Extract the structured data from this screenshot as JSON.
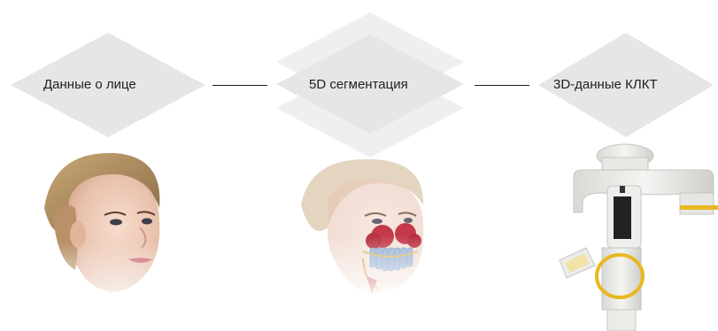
{
  "steps": [
    {
      "label": "Данные о лице"
    },
    {
      "label": "5D сегментация"
    },
    {
      "label": "3D-данные КЛКТ"
    }
  ],
  "colors": {
    "diamond": "#e6e6e6",
    "diamond_light": "#efefef",
    "text": "#1f1f1f",
    "teeth_red": "#c43a4a",
    "teeth_blue": "#9bb3d6",
    "scanner_yellow": "#e8b820",
    "skin": "#efd0c0"
  },
  "icons": [
    "face-photo",
    "face-segmentation-illustration",
    "cbct-scanner-illustration"
  ]
}
